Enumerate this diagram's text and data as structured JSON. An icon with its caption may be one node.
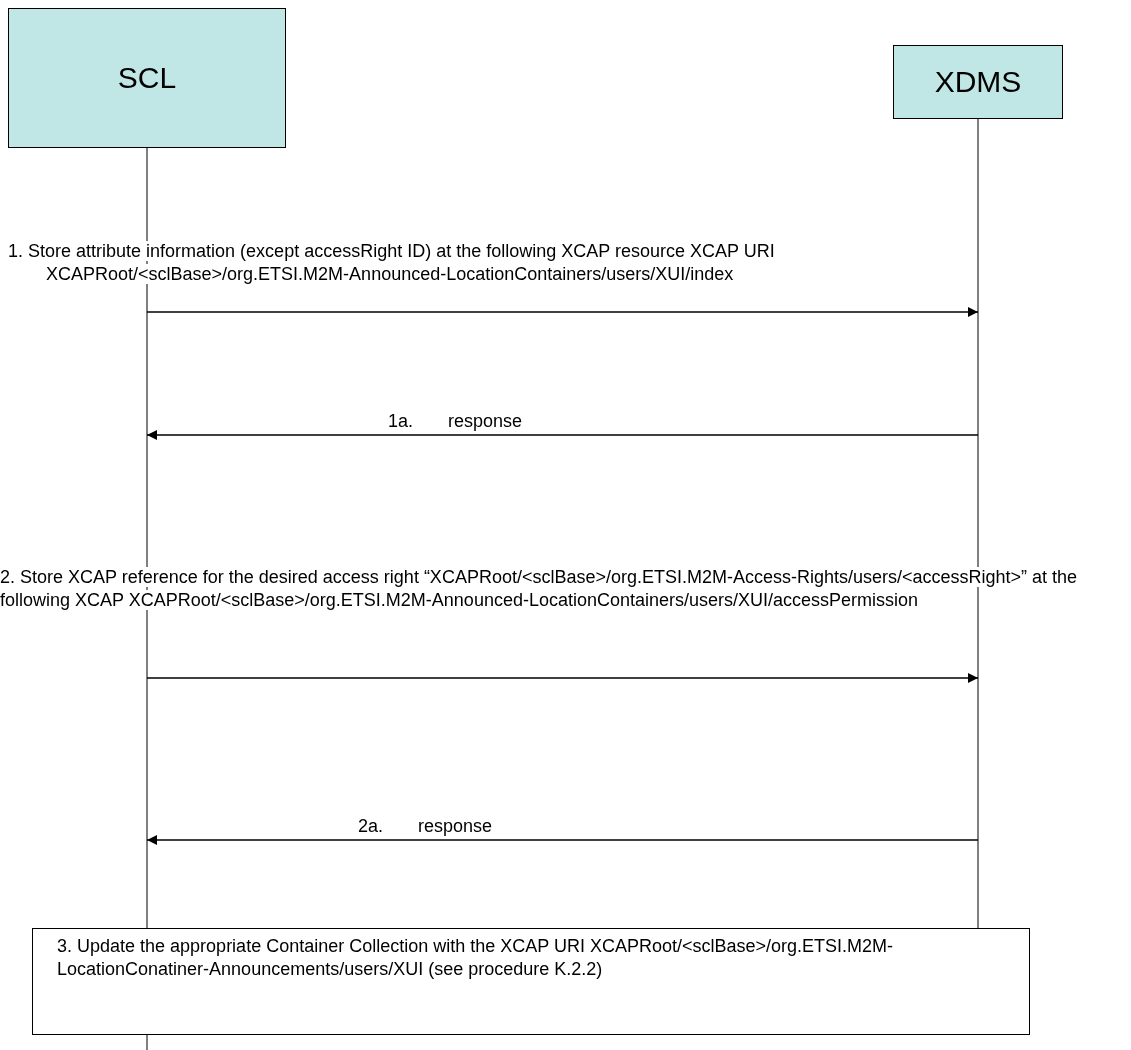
{
  "diagram": {
    "nodes": [
      {
        "text": [
          "SCL"
        ]
      },
      {
        "text": [
          "XDMS"
        ]
      },
      {
        "text": [
          "3. Update the appropriate Container Collection with the XCAP URI XCAPRoot/<sclBase>/org.ETSI.M2M-LocationConatiner-Announcements/users/XUI (see procedure K.2.2)"
        ]
      }
    ],
    "edges": [
      {
        "from": 0,
        "to": 1,
        "arrow": "to",
        "label": "1. Store attribute information (except accessRight ID) at the following XCAP resource XCAP URI XCAPRoot/<sclBase>/org.ETSI.M2M-Announced-LocationContainers/users/XUI/index"
      },
      {
        "from": 1,
        "to": 0,
        "arrow": "to",
        "label": "1a. response"
      },
      {
        "from": 0,
        "to": 1,
        "arrow": "to",
        "label": "2. Store XCAP reference for the desired access right “XCAPRoot/<sclBase>/org.ETSI.M2M-Access-Rights/users/<accessRight>” at the following XCAP XCAPRoot/<sclBase>/org.ETSI.M2M-Announced-LocationContainers/users/XUI/accessPermission"
      },
      {
        "from": 1,
        "to": 0,
        "arrow": "to",
        "label": "2a. response"
      }
    ]
  }
}
